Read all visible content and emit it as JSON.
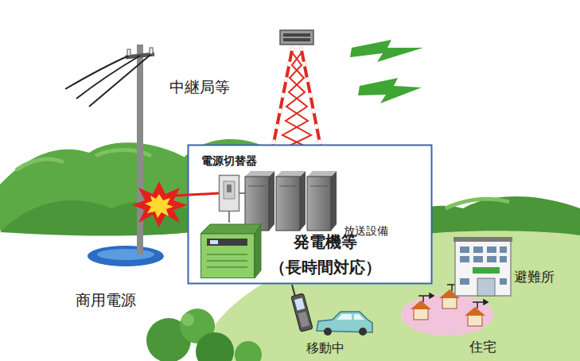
{
  "diagram": {
    "nodes": [
      {
        "text": [
          "電源切替器"
        ]
      },
      {
        "text": [
          "放送設備"
        ]
      },
      {
        "text": [
          "発電機等",
          "（長時間対応）"
        ]
      }
    ],
    "edges": [
      {
        "from": 0,
        "to": 1,
        "arrow": "none"
      },
      {
        "from": 0,
        "to": 2,
        "arrow": "none"
      }
    ],
    "labels": [
      "中継局等",
      "商用電源",
      "移動中",
      "住宅",
      "避難所"
    ]
  }
}
